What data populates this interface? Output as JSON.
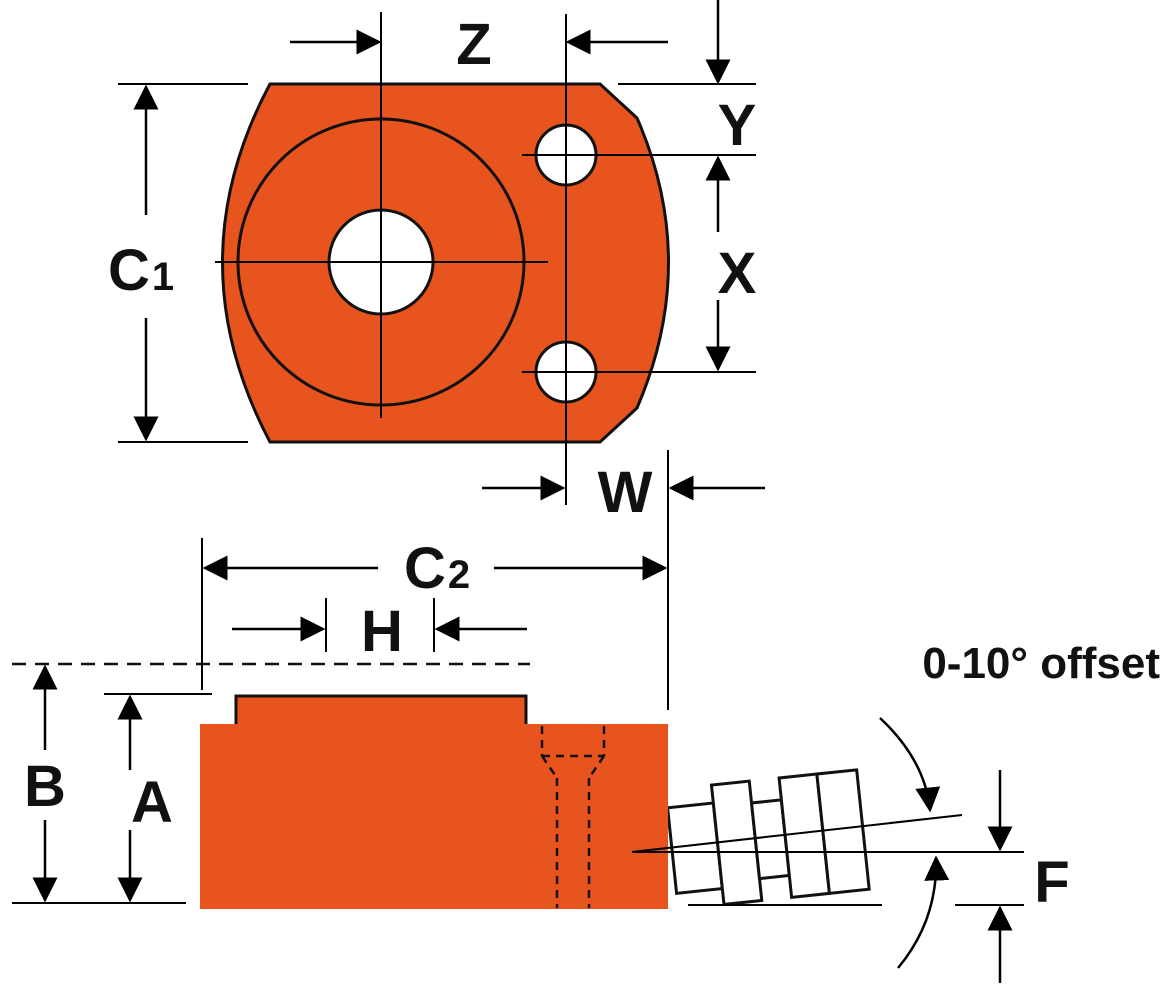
{
  "labels": {
    "z": "Z",
    "y": "Y",
    "x": "X",
    "w": "W",
    "c1_main": "C",
    "c1_sub": "1",
    "c2_main": "C",
    "c2_sub": "2",
    "h": "H",
    "a": "A",
    "b": "B",
    "f": "F",
    "offset": "0-10° offset"
  },
  "colors": {
    "body": "#e8541e",
    "outline": "#111111",
    "hole": "#ffffff",
    "fitting": "#ffffff"
  }
}
